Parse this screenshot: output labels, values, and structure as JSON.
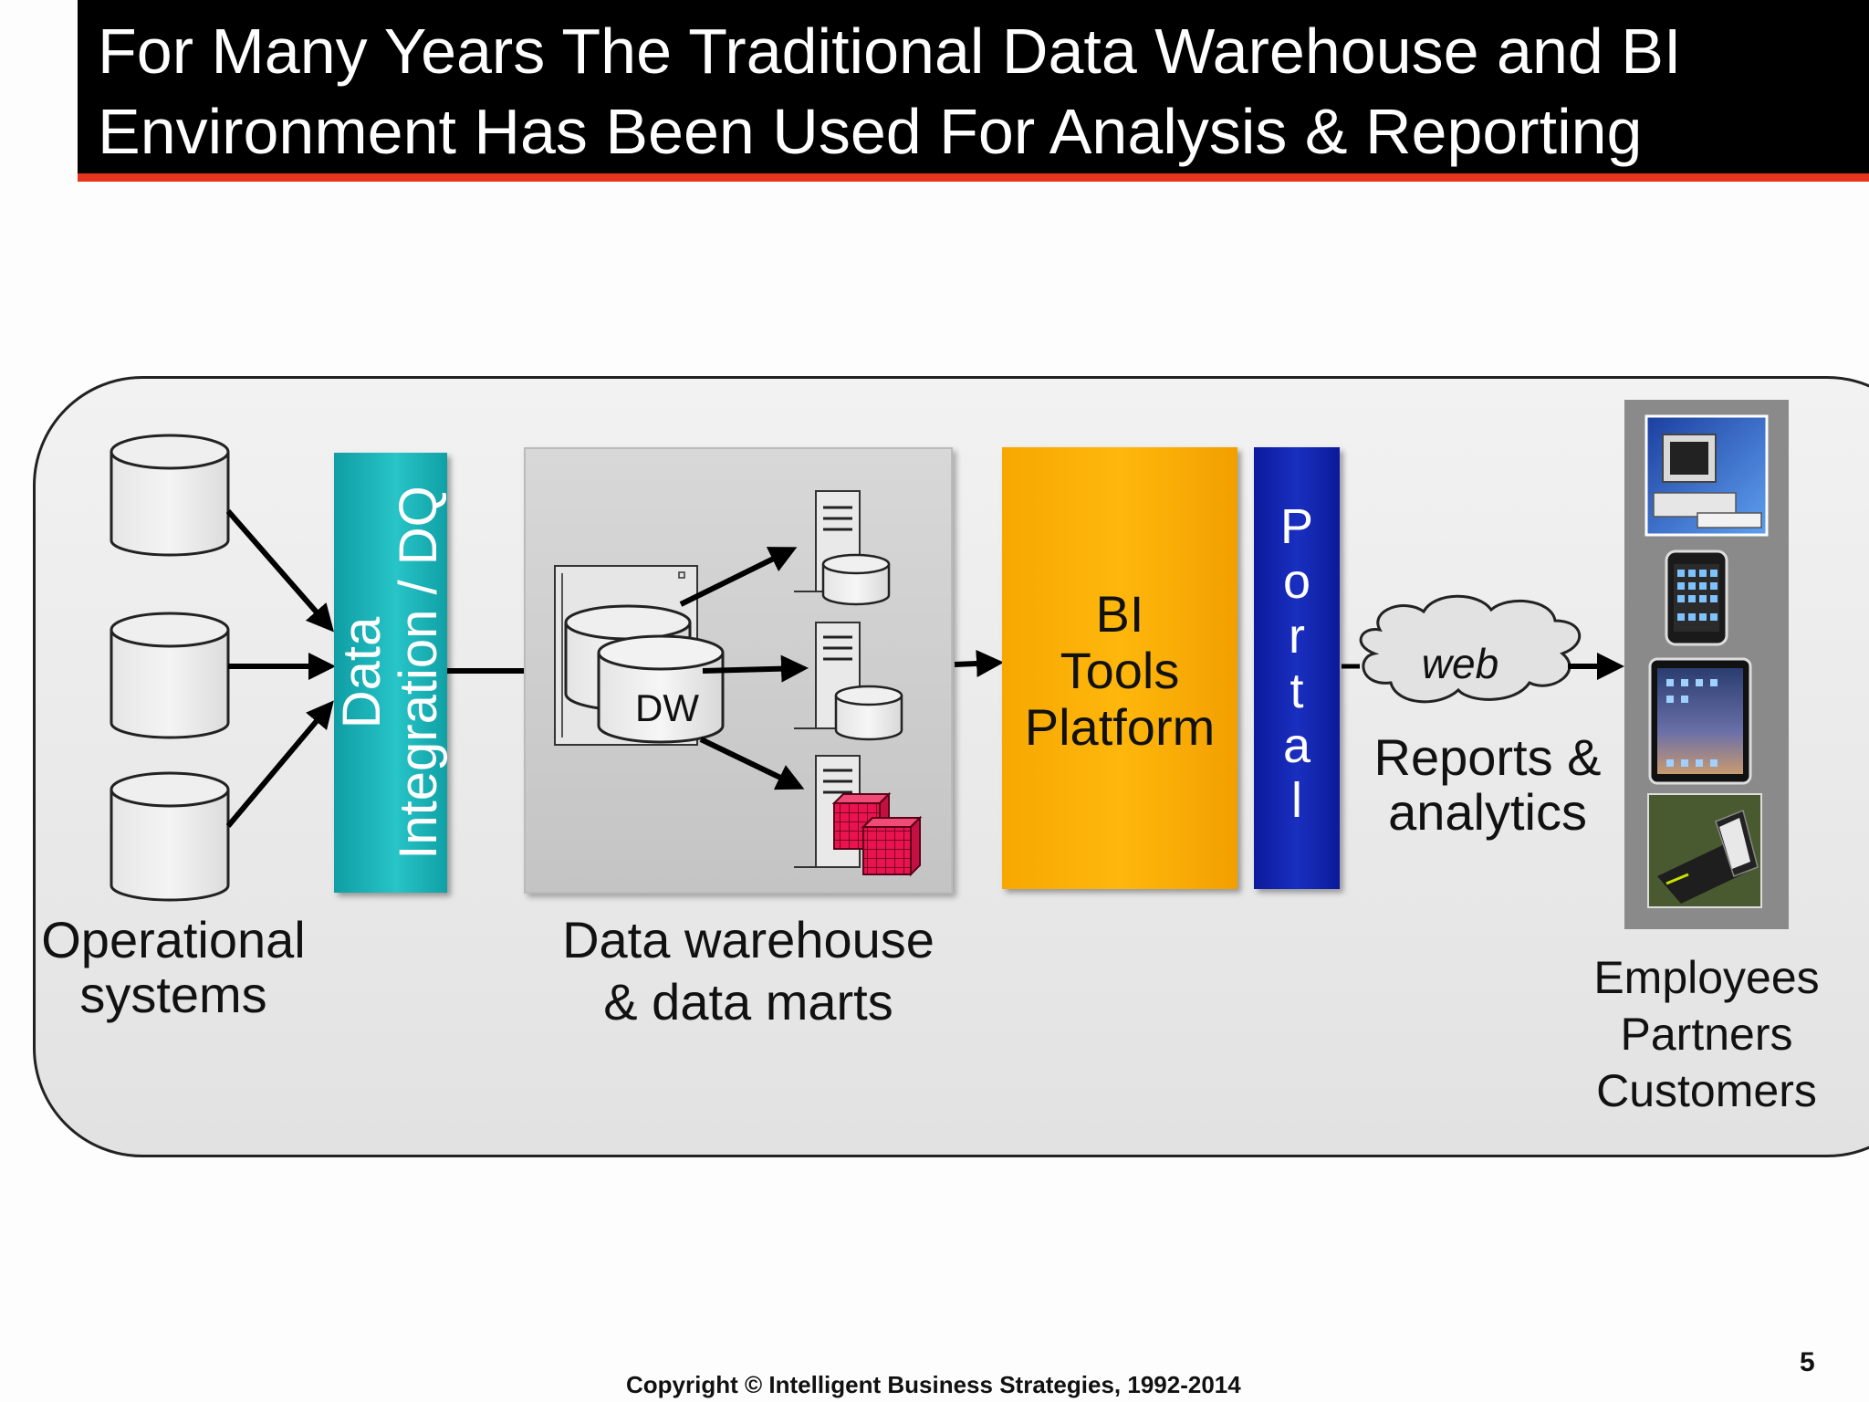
{
  "slide": {
    "title": "For Many Years The Traditional Data Warehouse and BI\nEnvironment Has Been Used For Analysis & Reporting",
    "page_number": "5",
    "copyright": "Copyright © Intelligent Business Strategies, 1992-2014"
  },
  "diagram": {
    "sources_label": "Operational\nsystems",
    "integration_label": "Data\nIntegration / DQ",
    "dw_label": "DW",
    "dw_caption": "Data warehouse\n& data marts",
    "bi_label": "BI\nTools\nPlatform",
    "portal_letters": [
      "P",
      "o",
      "r",
      "t",
      "a",
      "l"
    ],
    "web_label": "web",
    "reports_label": "Reports &\nanalytics",
    "users_label": "Employees\nPartners\nCustomers",
    "device_icons": [
      "desktop-computer-icon",
      "smartphone-icon",
      "tablet-icon",
      "laptop-icon"
    ],
    "colors": {
      "integration": "#1ab0b4",
      "bi_platform": "#ffae00",
      "portal": "#1424b0",
      "title_bar": "#000000",
      "accent_line": "#e8341c",
      "data_mart_cube": "#e8134f"
    }
  }
}
